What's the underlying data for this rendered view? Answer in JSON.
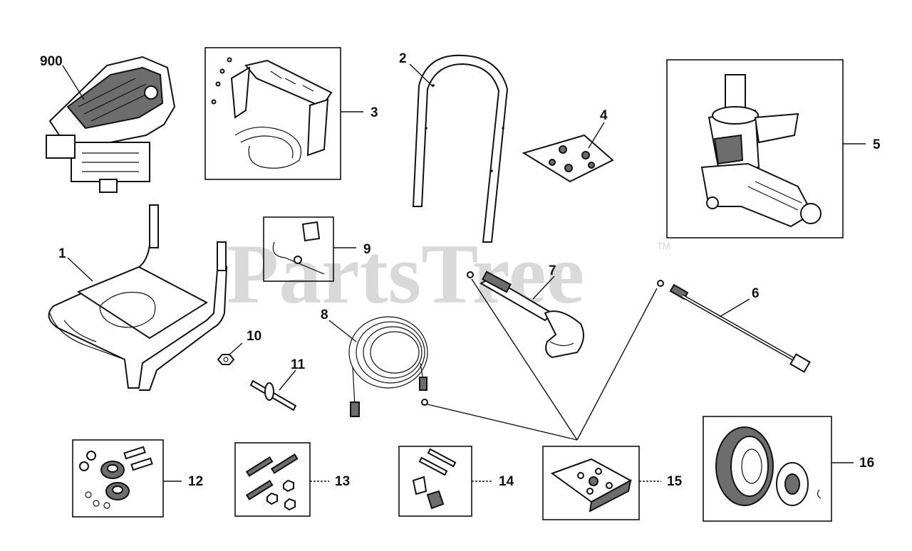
{
  "watermark": {
    "text": "PartsTree",
    "trademark": "TM"
  },
  "callouts": {
    "c900": "900",
    "c1": "1",
    "c2": "2",
    "c3": "3",
    "c4": "4",
    "c5": "5",
    "c6": "6",
    "c7": "7",
    "c8": "8",
    "c9": "9",
    "c10": "10",
    "c11": "11",
    "c12": "12",
    "c13": "13",
    "c14": "14",
    "c15": "15",
    "c16": "16"
  }
}
